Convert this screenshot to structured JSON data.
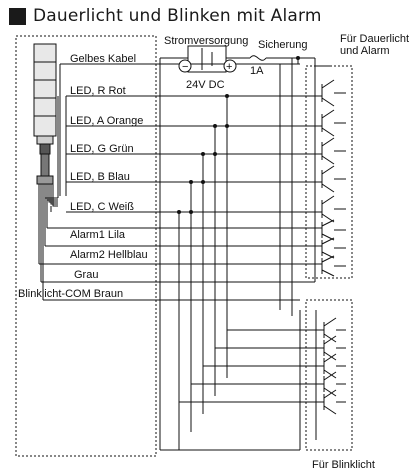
{
  "title": "Dauerlicht und Blinken mit Alarm",
  "power": {
    "label": "Stromversorgung",
    "voltage": "24V DC",
    "minus": "−",
    "plus": "+"
  },
  "fuse": {
    "label": "Sicherung",
    "rating": "1A"
  },
  "relay_group_top": {
    "label_line1": "Für Dauerlicht",
    "label_line2": "und Alarm"
  },
  "relay_group_bottom": {
    "label": "Für Blinklicht"
  },
  "wires": [
    {
      "label": "Gelbes Kabel"
    },
    {
      "label": "LED, R Rot"
    },
    {
      "label": "LED, A Orange"
    },
    {
      "label": "LED, G Grün"
    },
    {
      "label": "LED, B Blau"
    },
    {
      "label": "LED, C Weiß"
    },
    {
      "label": "Alarm1 Lila"
    },
    {
      "label": "Alarm2 Hellblau"
    },
    {
      "label": "Grau"
    },
    {
      "label": "Blinklicht-COM Braun"
    }
  ]
}
